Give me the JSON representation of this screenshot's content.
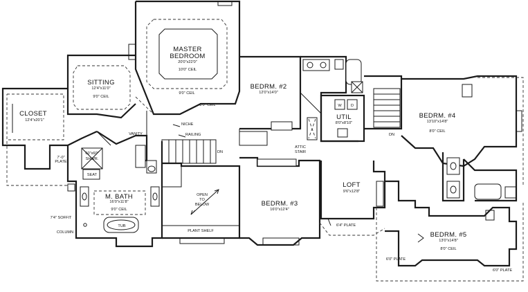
{
  "rooms": [
    {
      "name": "MASTER",
      "name2": "BEDROOM",
      "dims": "20'0\"x22'0\"",
      "ceil": "10'0\" CEIL"
    },
    {
      "name": "SITTING",
      "dims": "12'4\"x11'0\"",
      "ceil": "9'0\" CEIL"
    },
    {
      "name": "CLOSET",
      "dims": "12'4\"x20'1\""
    },
    {
      "name": "BEDRM. #2",
      "dims": "12'0\"x14'0\""
    },
    {
      "name": "UTIL",
      "dims": "8'0\"x8'10\""
    },
    {
      "name": "BEDRM. #4",
      "dims": "13'10\"x14'8\"",
      "ceil": "8'0\" CEIL"
    },
    {
      "name": "M. BATH",
      "dims": "16'0\"x11'8\"",
      "ceil": "9'0\" CEIL"
    },
    {
      "name": "LOFT",
      "dims": "9'6\"x12'8\""
    },
    {
      "name": "BEDRM. #3",
      "dims": "16'0\"x12'4\""
    },
    {
      "name": "BEDRM. #5",
      "dims": "13'0\"x14'8\"",
      "ceil": "8'0\" CEIL"
    }
  ],
  "notes": {
    "master_ceil": "9'0\" CEIL",
    "hall_ceil": "8'0\" CEIL",
    "vanity": "VANITY",
    "niche": "NICHE",
    "railing": "RAILING",
    "dn1": "DN",
    "dn2": "DN",
    "attic": "ATTIC",
    "attic2": "STAIR",
    "plate7": "7'-0\"",
    "plate7b": "PLATE",
    "shower": "60\"x60\"",
    "shower2": "SHWR.",
    "seat": "SEAT",
    "soffit": "7'4\" SOFFIT",
    "column": "COLUMN",
    "tub": "TUB",
    "open": "OPEN",
    "to": "TO",
    "below": "BELOW",
    "plant_shelf": "PLANT SHELF",
    "plate64": "6'4\" PLATE",
    "plate60a": "6'0\" PLATE",
    "plate60b": "6'0\" PLATE",
    "w": "W",
    "d": "D"
  }
}
